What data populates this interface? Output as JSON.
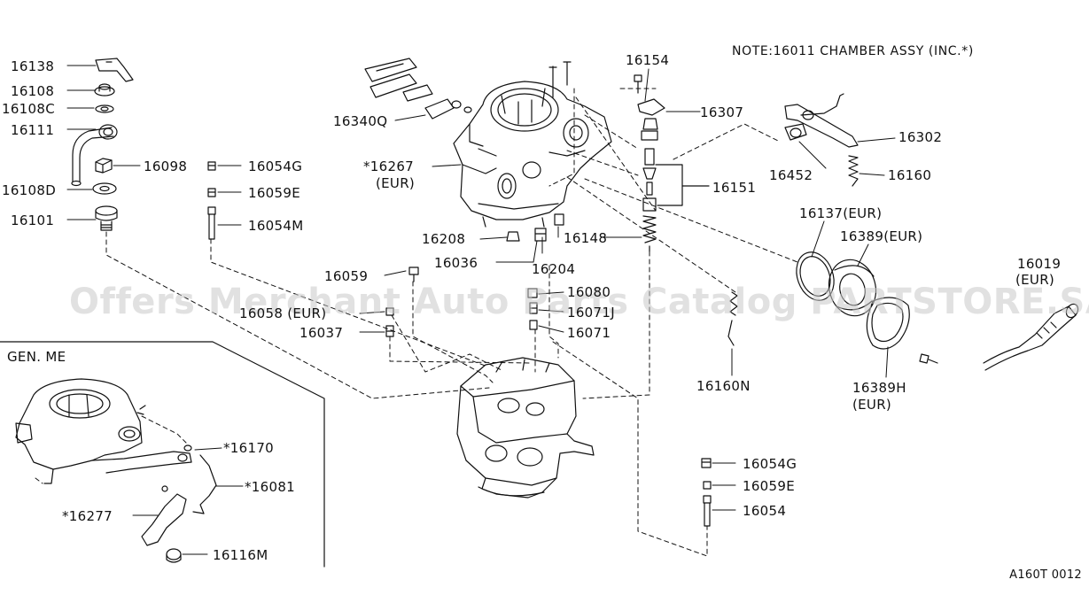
{
  "note": "NOTE:16011 CHAMBER ASSY (INC.*)",
  "watermark": "Offers Merchant Auto Parts Catalog PARTSTORE.SA",
  "diagram_code": "A160T 0012",
  "inset": {
    "title": "GEN. ME"
  },
  "parts": {
    "p16138": "16138",
    "p16108": "16108",
    "p16108C": "16108C",
    "p16111": "16111",
    "p16098": "16098",
    "p16108D": "16108D",
    "p16101": "16101",
    "p16054G_a": "16054G",
    "p16059E_a": "16059E",
    "p16054M": "16054M",
    "p16340Q": "16340Q",
    "p16267": "*16267",
    "p16267_eur": "(EUR)",
    "p16208": "16208",
    "p16036": "16036",
    "p16204": "16204",
    "p16148": "16148",
    "p16154": "16154",
    "p16307": "16307",
    "p16151": "16151",
    "p16302": "16302",
    "p16452": "16452",
    "p16160": "16160",
    "p16137": "16137(EUR)",
    "p16389": "16389(EUR)",
    "p16019": "16019",
    "p16019_eur": "(EUR)",
    "p16059": "16059",
    "p16058": "16058 (EUR)",
    "p16037": "16037",
    "p16080": "16080",
    "p16071J": "16071J",
    "p16071": "16071",
    "p16160N": "16160N",
    "p16389H": "16389H",
    "p16389H_eur": "(EUR)",
    "p16170": "*16170",
    "p16081": "*16081",
    "p16277": "*16277",
    "p16116M": "16116M",
    "p16054G_b": "16054G",
    "p16059E_b": "16059E",
    "p16054": "16054"
  }
}
